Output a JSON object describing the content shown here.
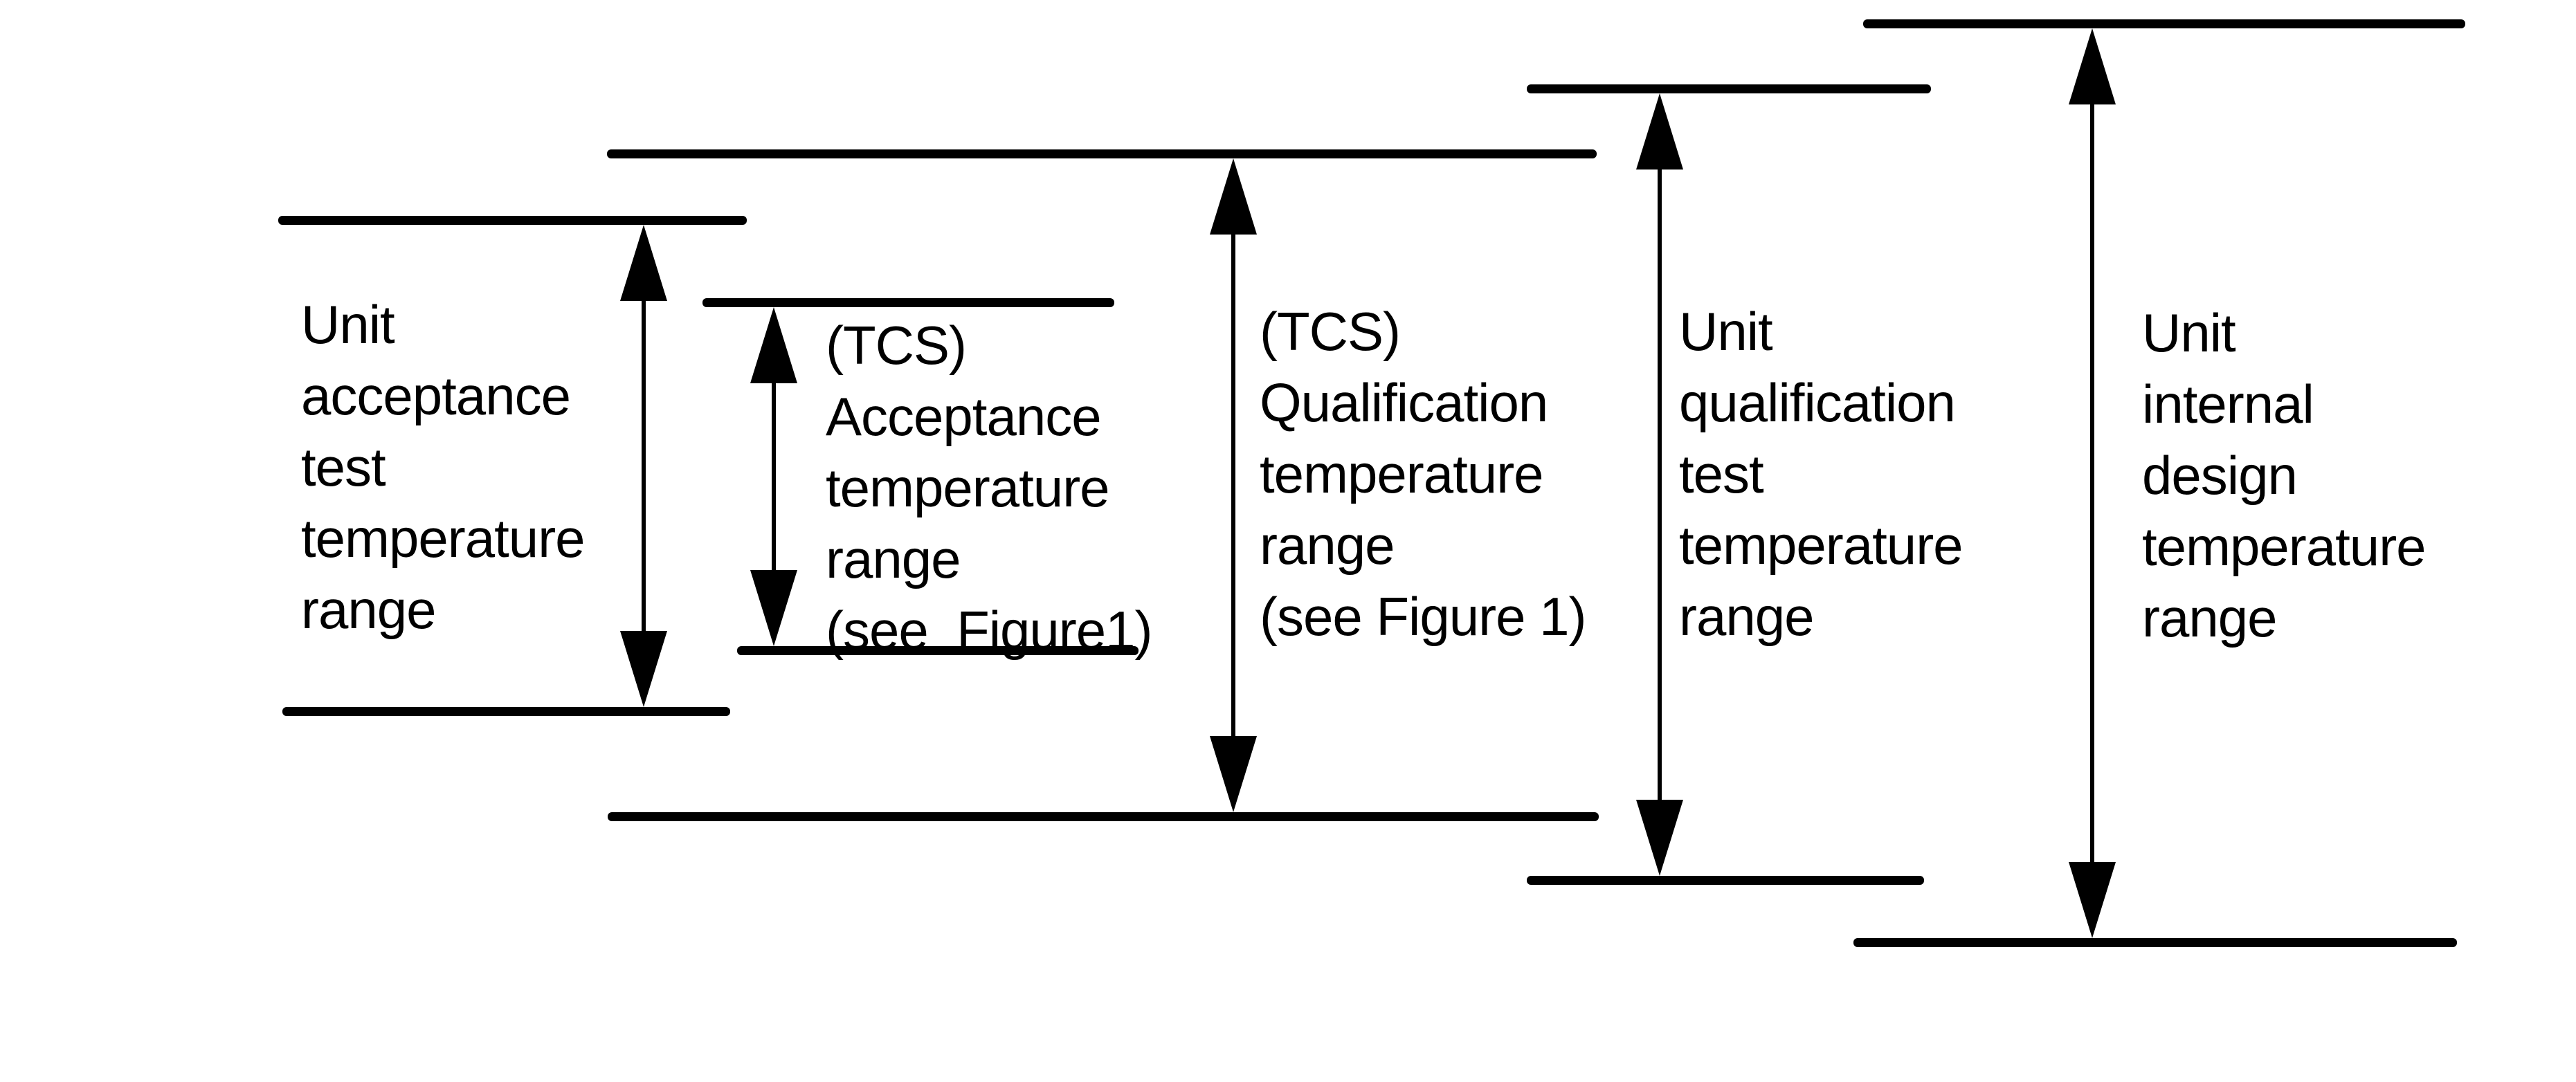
{
  "figure": {
    "title": "Unit temperature range envelopes diagram",
    "background_color": "#ffffff",
    "ink_color": "#000000",
    "ranges": [
      {
        "name": "unit-acceptance-test-temperature-range",
        "label": "Unit acceptance test temperature range",
        "label_lines": [
          "Unit",
          "acceptance",
          "test",
          "temperature",
          "range"
        ]
      },
      {
        "name": "tcs-acceptance-temperature-range",
        "label": "(TCS) Acceptance temperature range (see  Figure1)",
        "label_lines": [
          "(TCS)",
          "Acceptance",
          "temperature",
          "range",
          "(see  Figure1)"
        ]
      },
      {
        "name": "tcs-qualification-temperature-range",
        "label": "(TCS) Qualification temperature range (see Figure 1)",
        "label_lines": [
          "(TCS)",
          "Qualification",
          "temperature",
          "range",
          "(see Figure 1)"
        ]
      },
      {
        "name": "unit-qualification-test-temperature-range",
        "label": "Unit qualification test temperature range",
        "label_lines": [
          "Unit",
          "qualification",
          "test",
          "temperature",
          "range"
        ]
      },
      {
        "name": "unit-internal-design-temperature-range",
        "label": "Unit internal design temperature range",
        "label_lines": [
          "Unit",
          "internal",
          "design",
          "temperature",
          "range"
        ]
      }
    ]
  }
}
